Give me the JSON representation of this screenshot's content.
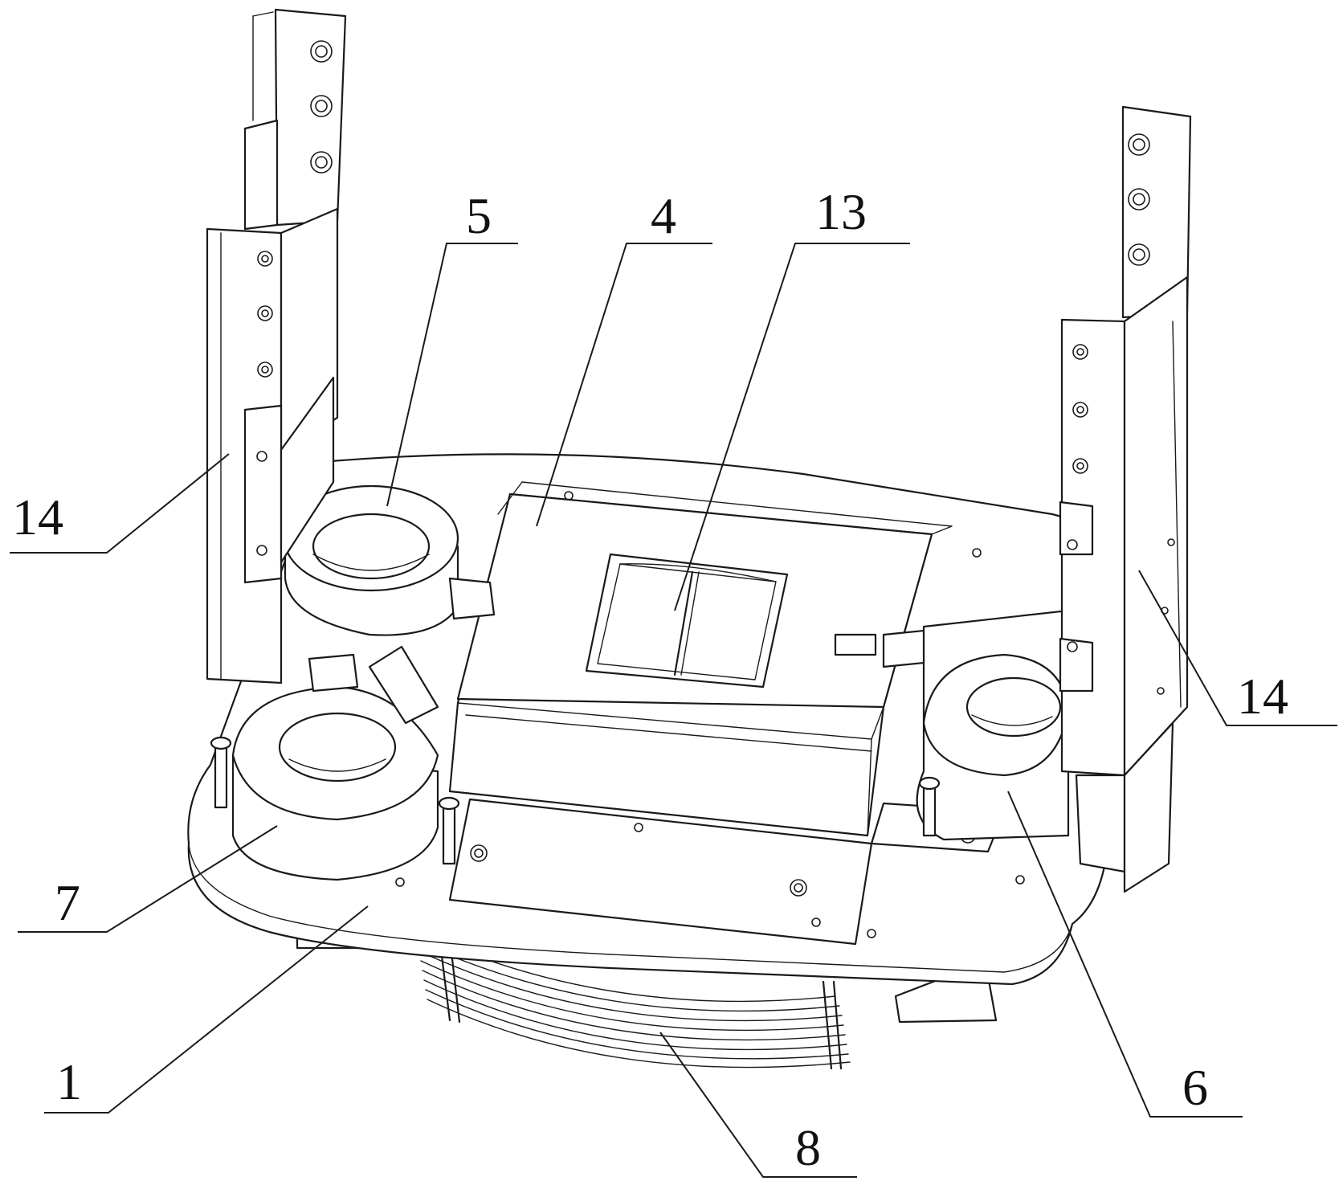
{
  "colors": {
    "line": "#1a1a1a",
    "background": "#ffffff"
  },
  "callouts": {
    "c5": "5",
    "c4": "4",
    "c13": "13",
    "c14_left": "14",
    "c14_right": "14",
    "c7": "7",
    "c1": "1",
    "c8": "8",
    "c6": "6"
  }
}
